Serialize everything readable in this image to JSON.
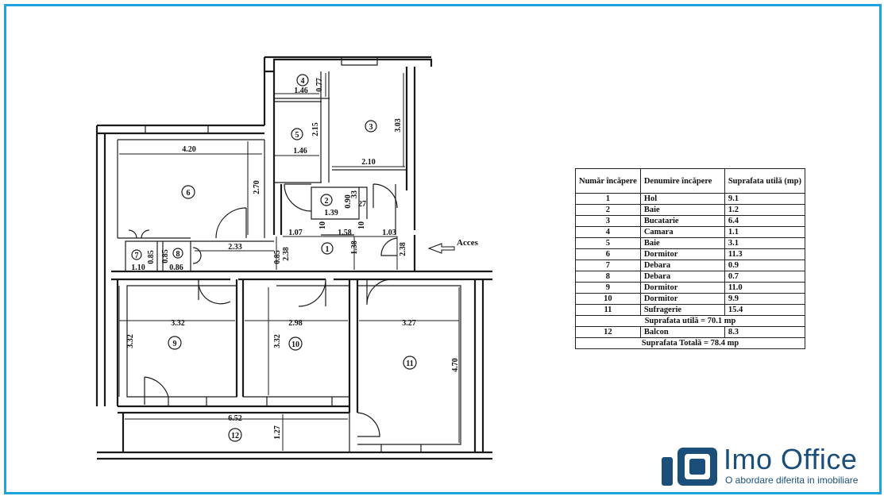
{
  "plan": {
    "rooms": [
      {
        "id": "r1",
        "label": "1"
      },
      {
        "id": "r2",
        "label": "2"
      },
      {
        "id": "r3",
        "label": "3"
      },
      {
        "id": "r4",
        "label": "4"
      },
      {
        "id": "r5",
        "label": "5"
      },
      {
        "id": "r6",
        "label": "6"
      },
      {
        "id": "r7",
        "label": "7"
      },
      {
        "id": "r8",
        "label": "8"
      },
      {
        "id": "r9",
        "label": "9"
      },
      {
        "id": "r10",
        "label": "10"
      },
      {
        "id": "r11",
        "label": "11"
      },
      {
        "id": "r12",
        "label": "12"
      }
    ],
    "dimensions": {
      "d4_w": "1.46",
      "d4_h": "0.77",
      "d5_w": "1.46",
      "d5_h": "2.15",
      "d3_h": "3.03",
      "d3_w": "2.10",
      "d6_w": "4.20",
      "d6_h": "2.70",
      "d2_w": "1.39",
      "d2_h": "0.90",
      "d2_s": "27",
      "d2_t": "33",
      "h_a": "1.07",
      "h_b": "1.58",
      "h_c": "1.03",
      "h_10a": "10",
      "h_10b": "10",
      "d7_h": "0.85",
      "d7_w": "1.10",
      "d8_h": "0.85",
      "d8_w": "0.86",
      "corr": "2.33",
      "v085": "0.85",
      "v238a": "2.38",
      "v138": "1.38",
      "v238b": "2.38",
      "d9_w": "3.32",
      "d9_h": "3.32",
      "d10_w": "2.98",
      "d10_h": "3.32",
      "d11_w": "3.27",
      "d11_h": "4.70",
      "d12_w": "6.52",
      "d12_h": "1.27"
    },
    "entrance": "Acces"
  },
  "table": {
    "head": {
      "num": "Număr încăpere",
      "name": "Denumire încăpere",
      "area": "Suprafata utilă (mp)"
    },
    "rows": [
      {
        "num": "1",
        "name": "Hol",
        "area": "9.1"
      },
      {
        "num": "2",
        "name": "Baie",
        "area": "1.2"
      },
      {
        "num": "3",
        "name": "Bucatarie",
        "area": "6.4"
      },
      {
        "num": "4",
        "name": "Camara",
        "area": "1.1"
      },
      {
        "num": "5",
        "name": "Baie",
        "area": "3.1"
      },
      {
        "num": "6",
        "name": "Dormitor",
        "area": "11.3"
      },
      {
        "num": "7",
        "name": "Debara",
        "area": "0.9"
      },
      {
        "num": "8",
        "name": "Debara",
        "area": "0.7"
      },
      {
        "num": "9",
        "name": "Dormitor",
        "area": "11.0"
      },
      {
        "num": "10",
        "name": "Dormitor",
        "area": "9.9"
      },
      {
        "num": "11",
        "name": "Sufragerie",
        "area": "15.4"
      }
    ],
    "useful_total": "Suprafata utilă = 70.1 mp",
    "balcony": {
      "num": "12",
      "name": "Balcon",
      "area": "8.3"
    },
    "grand_total": "Suprafata Totală = 78.4 mp"
  },
  "brand": {
    "name": "Imo Office",
    "tagline": "O abordare diferita in imobiliare",
    "color": "#1b4f7a",
    "frame_color": "#1ea4dd"
  }
}
